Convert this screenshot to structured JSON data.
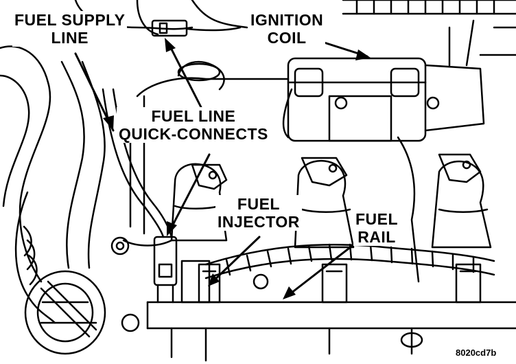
{
  "callouts": {
    "fuel_supply_line": [
      "FUEL SUPPLY",
      "LINE"
    ],
    "ignition_coil": [
      "IGNITION",
      "COIL"
    ],
    "fuel_line_quick_connects": [
      "FUEL LINE",
      "QUICK-CONNECTS"
    ],
    "fuel_injector": [
      "FUEL",
      "INJECTOR"
    ],
    "fuel_rail": [
      "FUEL",
      "RAIL"
    ]
  },
  "figure_code": "8020cd7b",
  "colors": {
    "ink": "#000000",
    "paper": "#ffffff"
  }
}
